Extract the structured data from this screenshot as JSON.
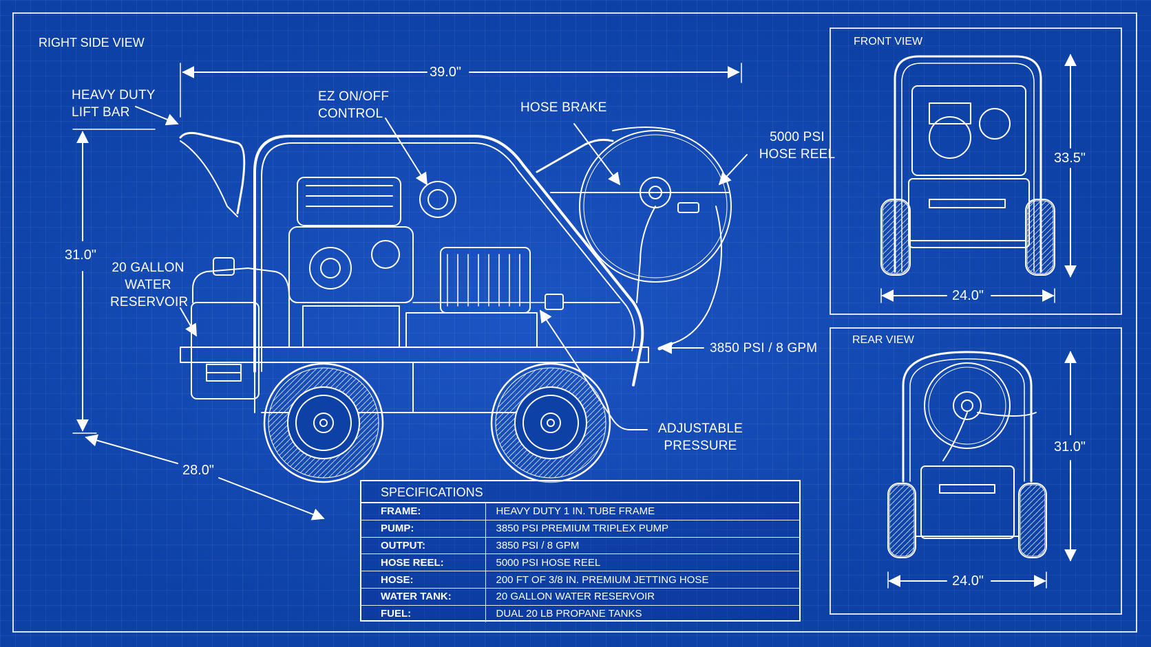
{
  "side_view": {
    "title": "RIGHT SIDE VIEW",
    "labels": {
      "lift_bar": [
        "HEAVY DUTY",
        "LIFT BAR"
      ],
      "ez_control": [
        "EZ ON/OFF",
        "CONTROL"
      ],
      "hose_brake": "HOSE BRAKE",
      "hose_reel": [
        "5000 PSI",
        "HOSE REEL"
      ],
      "water_reservoir": [
        "20 GALLON",
        "WATER",
        "RESERVOIR"
      ],
      "output": "3850 PSI / 8 GPM",
      "adjustable_pressure": [
        "ADJUSTABLE",
        "PRESSURE"
      ]
    },
    "dimensions": {
      "length": "39.0\"",
      "height": "31.0\"",
      "depth": "28.0\""
    }
  },
  "front_view": {
    "title": "FRONT VIEW",
    "height": "33.5\"",
    "width": "24.0\""
  },
  "rear_view": {
    "title": "REAR VIEW",
    "height": "31.0\"",
    "width": "24.0\""
  },
  "specifications": {
    "title": "SPECIFICATIONS",
    "rows": [
      {
        "key": "FRAME:",
        "value": "HEAVY DUTY 1 IN. TUBE FRAME"
      },
      {
        "key": "PUMP:",
        "value": "3850 PSI PREMIUM TRIPLEX PUMP"
      },
      {
        "key": "OUTPUT:",
        "value": "3850 PSI / 8 GPM"
      },
      {
        "key": "HOSE REEL:",
        "value": "5000 PSI HOSE REEL"
      },
      {
        "key": "HOSE:",
        "value": "200 FT OF 3/8 IN. PREMIUM JETTING HOSE"
      },
      {
        "key": "WATER TANK:",
        "value": "20 GALLON WATER RESERVOIR"
      },
      {
        "key": "FUEL:",
        "value": "DUAL 20 LB PROPANE TANKS"
      }
    ]
  },
  "colors": {
    "background": "#0d41a6",
    "line": "#ffffff"
  }
}
